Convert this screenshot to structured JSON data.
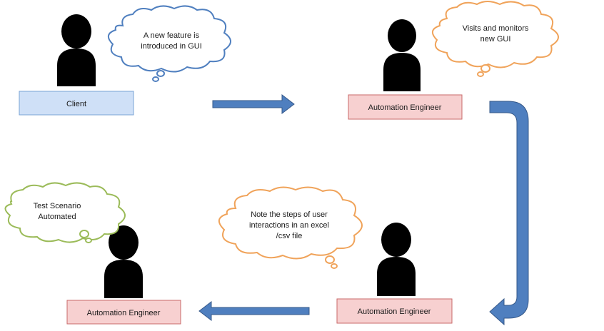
{
  "colors": {
    "client_box_fill": "#cfe0f7",
    "client_box_stroke": "#7aa3d6",
    "engineer_box_fill": "#f7d0d0",
    "engineer_box_stroke": "#c96a6a",
    "arrow_fill": "#4f7fbf",
    "arrow_stroke": "#36598a",
    "cloud_blue": "#4f7fbf",
    "cloud_orange": "#f0a35a",
    "cloud_green": "#9bbb59",
    "person": "#000000",
    "text": "#1a1a1a"
  },
  "boxes": {
    "client": "Client",
    "engineer_top": "Automation Engineer",
    "engineer_bottom_right": "Automation Engineer",
    "engineer_bottom_left": "Automation Engineer"
  },
  "clouds": {
    "client_thought": {
      "line1": "A new feature is",
      "line2": "introduced in GUI"
    },
    "engineer_top_thought": {
      "line1": "Visits and monitors",
      "line2": "new GUI"
    },
    "engineer_steps_thought": {
      "line1": "Note the steps of user",
      "line2": "interactions in an excel",
      "line3": "/csv file"
    },
    "automated_thought": {
      "line1": "Test Scenario",
      "line2": "Automated"
    }
  }
}
